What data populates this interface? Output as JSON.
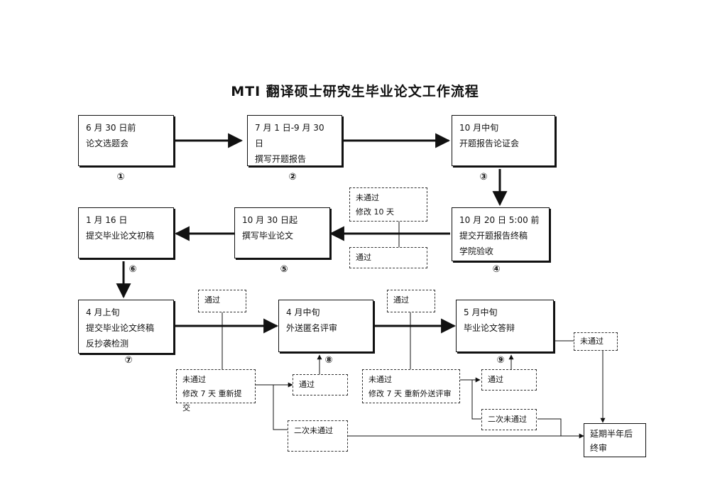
{
  "title": "MTI 翻译硕士研究生毕业论文工作流程",
  "steps": [
    {
      "num": "①",
      "line1": "6 月 30 日前",
      "line2": "论文选题会",
      "line3": ""
    },
    {
      "num": "②",
      "line1": "7 月 1 日-9 月 30 日",
      "line2": "撰写开题报告",
      "line3": ""
    },
    {
      "num": "③",
      "line1": "10 月中旬",
      "line2": "开题报告论证会",
      "line3": ""
    },
    {
      "num": "④",
      "line1": "10 月 20 日 5:00 前",
      "line2": "提交开题报告终稿",
      "line3": "学院验收"
    },
    {
      "num": "⑤",
      "line1": "10 月 30 日起",
      "line2": "撰写毕业论文",
      "line3": ""
    },
    {
      "num": "⑥",
      "line1": "1 月 16 日",
      "line2": "提交毕业论文初稿",
      "line3": ""
    },
    {
      "num": "⑦",
      "line1": "4 月上旬",
      "line2": "提交毕业论文终稿",
      "line3": "反抄袭检测"
    },
    {
      "num": "⑧",
      "line1": "4 月中旬",
      "line2": "外送匿名评审",
      "line3": ""
    },
    {
      "num": "⑨",
      "line1": "5 月中旬",
      "line2": "毕业论文答辩",
      "line3": ""
    }
  ],
  "notes": {
    "fail_revise_10": {
      "line1": "未通过",
      "line2": "修改 10 天"
    },
    "pass_4": "通过",
    "pass_7": "通过",
    "fail_7": {
      "line1": "未通过",
      "line2": "修改 7 天  重新提交"
    },
    "pass_8_top": "通过",
    "fail_8": {
      "line1": "未通过",
      "line2": "修改 7 天  重新外送评审"
    },
    "pass_8": "通过",
    "pass_9": "通过",
    "second_fail_7": "二次未通过",
    "second_fail_8": "二次未通过",
    "fail_9": "未通过",
    "delay": {
      "line1": "延期半年后",
      "line2": "终审"
    }
  }
}
